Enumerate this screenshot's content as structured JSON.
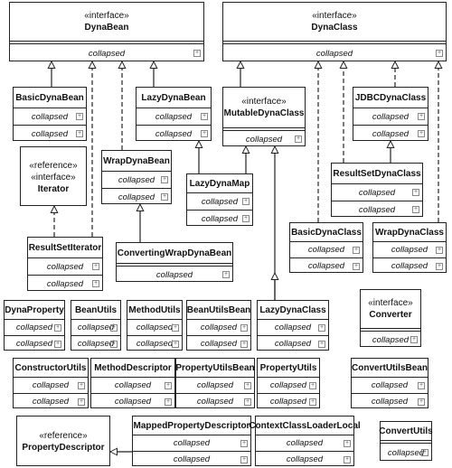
{
  "collapsed_label": "collapsed",
  "expand_glyph": "+",
  "stereotypes": {
    "interface": "«interface»",
    "reference": "«reference»"
  },
  "classes": {
    "DynaBean": "DynaBean",
    "DynaClass": "DynaClass",
    "BasicDynaBean": "BasicDynaBean",
    "LazyDynaBean": "LazyDynaBean",
    "MutableDynaClass": "MutableDynaClass",
    "JDBCDynaClass": "JDBCDynaClass",
    "Iterator": "Iterator",
    "WrapDynaBean": "WrapDynaBean",
    "LazyDynaMap": "LazyDynaMap",
    "ResultSetDynaClass": "ResultSetDynaClass",
    "ResultSetIterator": "ResultSetIterator",
    "ConvertingWrapDynaBean": "ConvertingWrapDynaBean",
    "BasicDynaClass": "BasicDynaClass",
    "WrapDynaClass": "WrapDynaClass",
    "DynaProperty": "DynaProperty",
    "BeanUtils": "BeanUtils",
    "MethodUtils": "MethodUtils",
    "BeanUtilsBean": "BeanUtilsBean",
    "LazyDynaClass": "LazyDynaClass",
    "Converter": "Converter",
    "ConstructorUtils": "ConstructorUtils",
    "MethodDescriptor": "MethodDescriptor",
    "PropertyUtilsBean": "PropertyUtilsBean",
    "PropertyUtils": "PropertyUtils",
    "ConvertUtilsBean": "ConvertUtilsBean",
    "PropertyDescriptor": "PropertyDescriptor",
    "MappedPropertyDescriptor": "MappedPropertyDescriptor",
    "ContextClassLoaderLocal": "ContextClassLoaderLocal",
    "ConvertUtils": "ConvertUtils"
  },
  "colors": {
    "line": "#222222",
    "background": "#ffffff",
    "text": "#111111"
  }
}
